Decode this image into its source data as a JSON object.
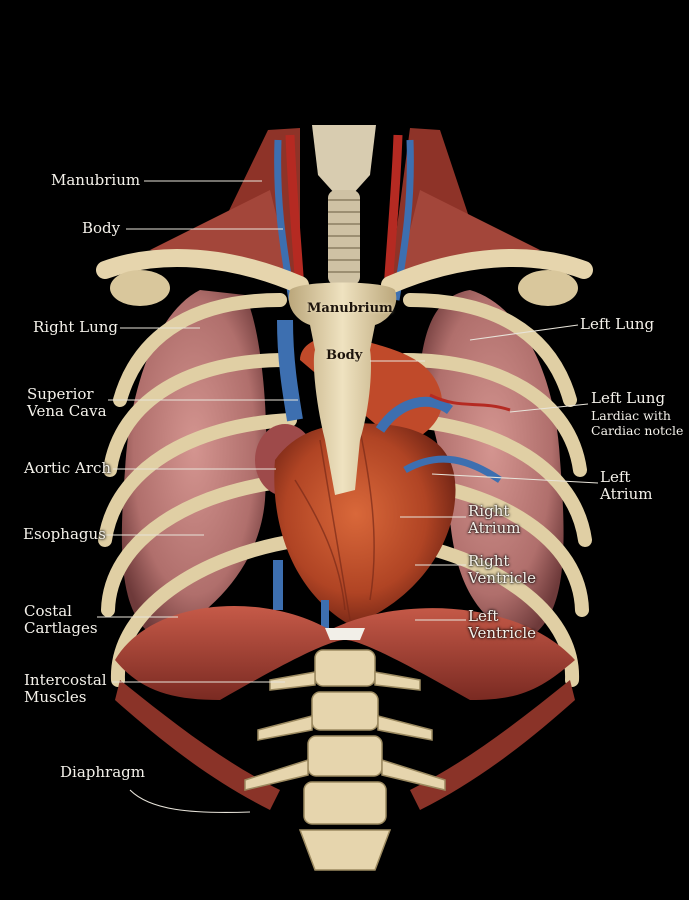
{
  "colors": {
    "background": "#000000",
    "label_text": "#f4f1ea",
    "leader_line": "#e8e4da",
    "bone": "#e6d5ad",
    "lung": "#c07e7a",
    "heart_muscle": "#b54a26",
    "muscle": "#9d3a2e",
    "vein": "#3d6fb0",
    "artery": "#b52a22"
  },
  "labels": {
    "left_side": {
      "manubrium": "Manubrium",
      "body": "Body",
      "right_lung": "Right Lung",
      "superior_vena_cava": "Superior\nVena Cava",
      "aortic_arch": "Aortic Arch",
      "esophagus": "Esophagus",
      "costal_cartilages": "Costal\nCartlages",
      "intercostal_muscles": "Intercostal\nMuscles",
      "diaphragm": "Diaphragm"
    },
    "right_side": {
      "left_lung": "Left Lung",
      "left_lung_2": "Left Lung",
      "cardiac_notch": "Lardiac with\nCardiac notcle",
      "left_atrium": "Left\nAtrium",
      "right_atrium": "Right\nAtrium",
      "right_ventricle": "Right\nVentricle",
      "left_ventricle": "Left\nVentricle"
    },
    "on_sternum": {
      "manubrium": "Manubrium",
      "body": "Body"
    }
  }
}
